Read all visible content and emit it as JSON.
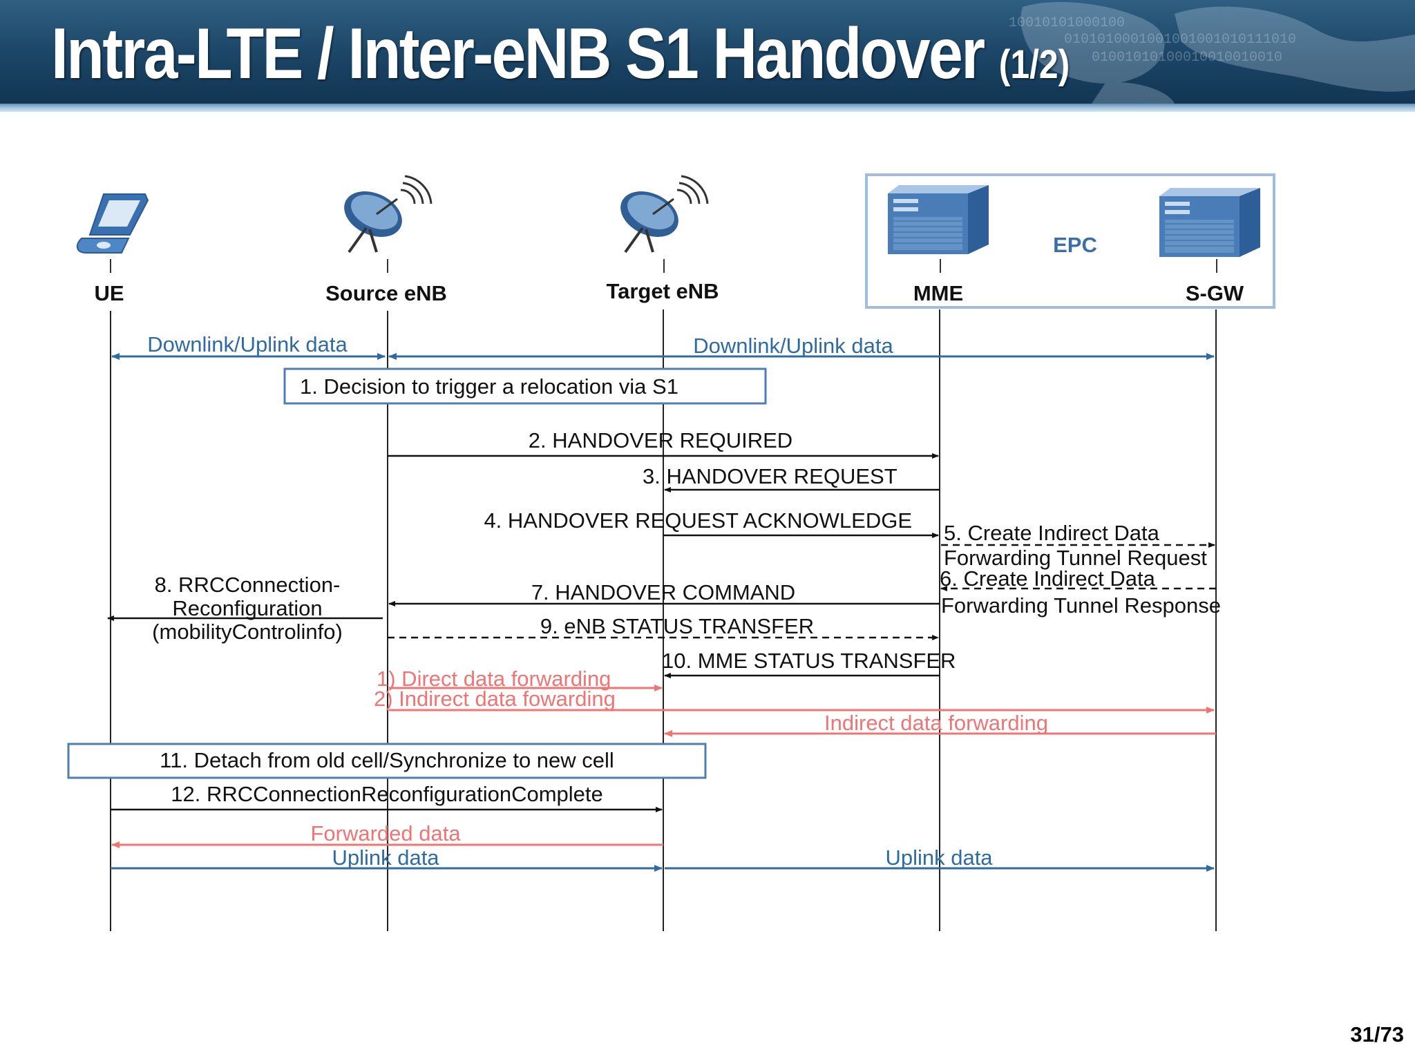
{
  "header": {
    "title": "Intra-LTE / Inter-eNB S1 Handover",
    "title_suffix": "(1/2)"
  },
  "page_number": "31/73",
  "colors": {
    "black_flow": "#111111",
    "user_data": "#2f6ba3",
    "forwarding": "#f07474",
    "box_border": "#4f7fb0"
  },
  "nodes": {
    "ue": {
      "label": "UE",
      "icon": "mobile-phone-icon"
    },
    "source_enb": {
      "label": "Source eNB",
      "icon": "satellite-dish-icon"
    },
    "target_enb": {
      "label": "Target eNB",
      "icon": "satellite-dish-icon"
    },
    "mme": {
      "label": "MME",
      "icon": "server-icon"
    },
    "sgw": {
      "label": "S-GW",
      "icon": "server-icon"
    },
    "epc": {
      "label": "EPC"
    }
  },
  "messages": {
    "dl_ul_ue_source": "Downlink/Uplink data",
    "dl_ul_source_sgw": "Downlink/Uplink data",
    "step1": "1. Decision to trigger a relocation via S1",
    "step2": "2. HANDOVER REQUIRED",
    "step3": "3. HANDOVER REQUEST",
    "step4": "4. HANDOVER REQUEST ACKNOWLEDGE",
    "step5_line1": "5. Create Indirect Data",
    "step5_line2": "Forwarding Tunnel Request",
    "step6_line1": "6. Create Indirect Data",
    "step6_line2": "Forwarding Tunnel Response",
    "step7": "7. HANDOVER COMMAND",
    "step8_line1": "8. RRCConnection-",
    "step8_line2": "Reconfiguration",
    "step8_line3": "(mobilityControlinfo)",
    "step9": "9. eNB STATUS TRANSFER",
    "step10": "10. MME STATUS TRANSFER",
    "fwd_direct": "1) Direct data forwarding",
    "fwd_indirect": "2) Indirect data fowarding",
    "fwd_indirect_sgw": "Indirect data forwarding",
    "step11": "11. Detach from old cell/Synchronize to new cell",
    "step12": "12. RRCConnectionReconfigurationComplete",
    "forwarded_data": "Forwarded data",
    "uplink_ue_target": "Uplink data",
    "uplink_target_sgw": "Uplink data"
  }
}
